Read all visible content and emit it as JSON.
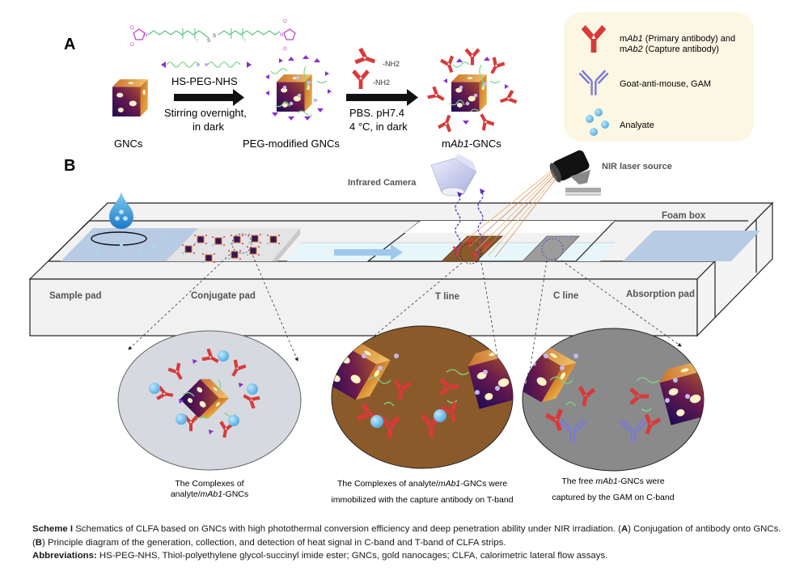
{
  "panel_a": {
    "label": "A",
    "reagent": "HS-PEG-NHS",
    "step1_conditions": [
      "Stirring overnight,",
      "in dark"
    ],
    "step2_reagent_label": "-NH2",
    "step2_conditions": [
      "PBS. pH7.4",
      "4 °C,  in dark"
    ],
    "molecule_labels": {
      "n_left": "7",
      "n_right": "7",
      "s1": "S",
      "s2": "S",
      "o": "O",
      "n": "N"
    },
    "products": {
      "gncs": "GNCs",
      "peg_gncs": "PEG-modified GNCs",
      "mab1_gncs_prefix": "m",
      "mab1_gncs_italic": "Ab1",
      "mab1_gncs_suffix": "-GNCs"
    }
  },
  "legend": {
    "items": [
      {
        "icon": "red-antibody-icon",
        "color": "#d83a3a",
        "lines": [
          {
            "pre": "m",
            "it": "Ab1",
            "post": " (Primary antibody) and"
          },
          {
            "pre": "m",
            "it": "Ab2",
            "post": " (Capture antibody)"
          }
        ]
      },
      {
        "icon": "purple-antibody-icon",
        "color": "#7a78d8",
        "lines": [
          {
            "pre": "Goat-anti-mouse, GAM",
            "it": "",
            "post": ""
          }
        ]
      },
      {
        "icon": "analyte-dots-icon",
        "color": "#5ab8e8",
        "lines": [
          {
            "pre": "Analyate",
            "it": "",
            "post": ""
          }
        ]
      }
    ],
    "background": "#fbf7e3"
  },
  "panel_b": {
    "label": "B",
    "infrared_camera": "Infrared Camera",
    "nir_laser": "NIR laser source",
    "foam_box": "Foam box",
    "strip_labels": {
      "sample_pad": "Sample pad",
      "conjugate_pad": "Conjugate pad",
      "t_line": "T line",
      "c_line": "C line",
      "absorption_pad": "Absorption pad"
    },
    "zoom_captions": {
      "conjugate": [
        "The Complexes of",
        "analyte/",
        "mAb1",
        "-GNCs"
      ],
      "t_band": [
        "The Complexes of analyte/",
        "mAb1",
        "-GNCs were",
        "immobilized with the capture antibody on T-band"
      ],
      "c_band": [
        "The free ",
        "mAb1",
        "-GNCs were",
        "captured by the GAM on C-band"
      ]
    },
    "colors": {
      "conjugate_circle": "#d6d9e0",
      "t_circle": "#8b5a2b",
      "c_circle": "#8a8a8a",
      "pad_blue": "#b8cbe4",
      "membrane": "#e6f6fb"
    }
  },
  "caption": {
    "heading": "Scheme I",
    "line1_a": " Schematics of CLFA based on GNCs with high photothermal conversion efficiency and deep penetration ability under NIR irradiation. (",
    "line1_A": "A",
    "line1_b": ") Conjugation of antibody onto GNCs. (",
    "line1_B": "B",
    "line1_c": ") Principle diagram of the generation, collection, and detection of heat signal in C-band and T-band of CLFA strips.",
    "abbr_head": "Abbreviations:",
    "abbr_text": " HS-PEG-NHS, Thiol-polyethylene glycol-succinyl imide ester; GNCs, gold nanocages; CLFA, calorimetric lateral flow assays."
  }
}
